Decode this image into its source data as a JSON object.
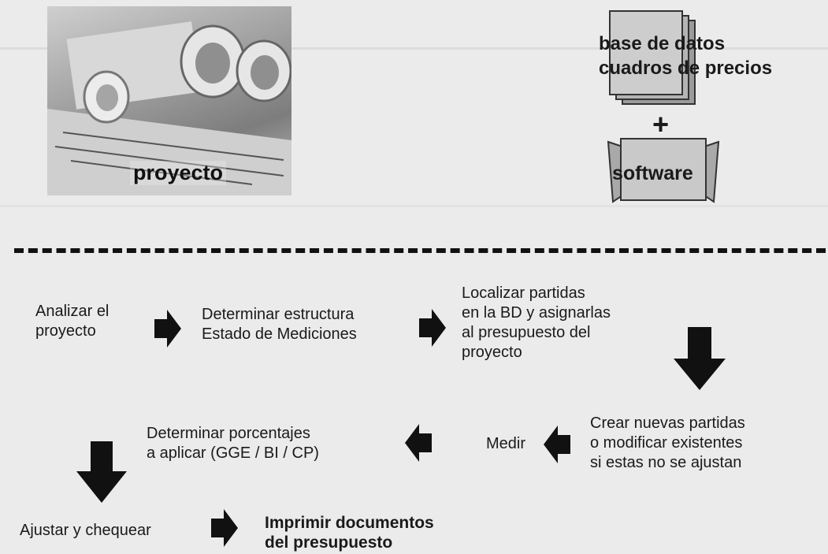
{
  "top": {
    "project_label": "proyecto",
    "database_lines": [
      "base de datos",
      "cuadros de precios"
    ],
    "plus_sign": "+",
    "software_label": "software"
  },
  "icons": {
    "project": "rolled-blueprints-photo",
    "database": "stacked-sheets-icon",
    "software": "ribbon-banner-icon",
    "arrow": "block-arrow-icon"
  },
  "flow": {
    "steps": [
      {
        "lines": [
          "Analizar el",
          "proyecto"
        ]
      },
      {
        "lines": [
          "Determinar estructura",
          "Estado de Mediciones"
        ]
      },
      {
        "lines": [
          "Localizar partidas",
          "en la BD y asignarlas",
          "al presupuesto del",
          "proyecto"
        ]
      },
      {
        "lines": [
          "Crear nuevas partidas",
          "o modificar existentes",
          "si estas no se ajustan"
        ]
      },
      {
        "lines": [
          "Medir"
        ]
      },
      {
        "lines": [
          "Determinar porcentajes",
          "a aplicar (GGE / BI / CP)"
        ]
      },
      {
        "lines": [
          "Ajustar y chequear"
        ]
      },
      {
        "lines": [
          "Imprimir documentos",
          "del presupuesto"
        ]
      }
    ]
  },
  "colors": {
    "ink": "#1a1a1a",
    "paper": "#ebebeb",
    "arrow": "#111111"
  }
}
